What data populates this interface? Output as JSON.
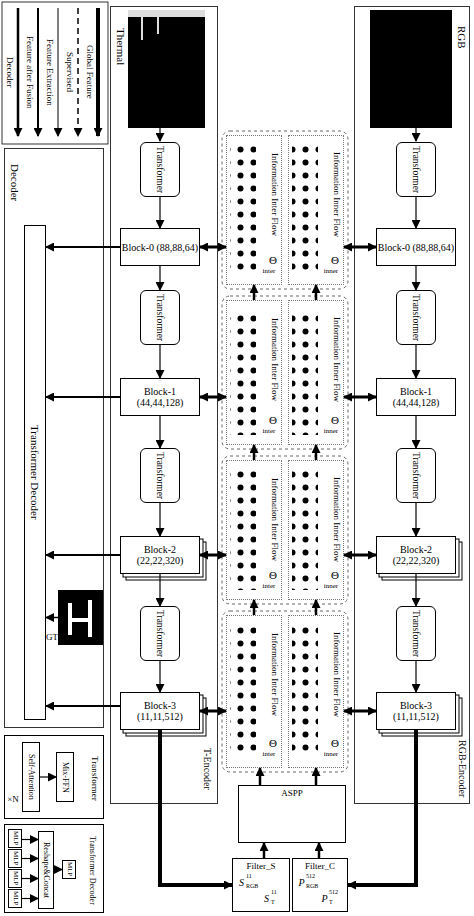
{
  "diagram": {
    "nodes": [
      {
        "text": [
          "Thermal",
          "T-Encoder"
        ]
      },
      {
        "text": [
          "Transformer"
        ],
        "in": 0
      },
      {
        "text": [
          "Block-0 (88,88,64)"
        ],
        "in": 0
      },
      {
        "text": [
          "Transformer"
        ],
        "in": 0
      },
      {
        "text": [
          "Block-1 (44,44,128)"
        ],
        "in": 0
      },
      {
        "text": [
          "Transformer"
        ],
        "in": 0
      },
      {
        "text": [
          "Block-2 (22,22,320)"
        ],
        "in": 0
      },
      {
        "text": [
          "Transformer"
        ],
        "in": 0
      },
      {
        "text": [
          "Block-3 (11,11,512)"
        ],
        "in": 0
      },
      {
        "text": [
          "Information Inter Flow"
        ]
      },
      {
        "text": [
          "Information Inner Flow"
        ]
      },
      {
        "text": [
          "Information Inter Flow"
        ]
      },
      {
        "text": [
          "Information Inner Flow"
        ]
      },
      {
        "text": [
          "Information Inter Flow"
        ]
      },
      {
        "text": [
          "Information Inner Flow"
        ]
      },
      {
        "text": [
          "Information Inter Flow"
        ]
      },
      {
        "text": [
          "Information Inner Flow"
        ]
      },
      {
        "text": [
          "RGB",
          "RGB-Encoder"
        ]
      },
      {
        "text": [
          "Transformer"
        ],
        "in": 17
      },
      {
        "text": [
          "Block-0 (88,88,64)"
        ],
        "in": 17
      },
      {
        "text": [
          "Transformer"
        ],
        "in": 17
      },
      {
        "text": [
          "Block-1 (44,44,128)"
        ],
        "in": 17
      },
      {
        "text": [
          "Transformer"
        ],
        "in": 17
      },
      {
        "text": [
          "Block-2 (22,22,320)"
        ],
        "in": 17
      },
      {
        "text": [
          "Transformer"
        ],
        "in": 17
      },
      {
        "text": [
          "Block-3 (11,11,512)"
        ],
        "in": 17
      },
      {
        "text": [
          "Decoder"
        ]
      },
      {
        "text": [
          "Transformer Decoder"
        ],
        "in": 26
      },
      {
        "text": [
          "GT"
        ],
        "in": 26
      },
      {
        "text": [
          "ASPP"
        ]
      },
      {
        "text": [
          "Filter_S"
        ]
      },
      {
        "text": [
          "Filter_C"
        ]
      },
      {
        "text": [
          "Transformer"
        ]
      },
      {
        "text": [
          "Self-Attention"
        ],
        "in": 32
      },
      {
        "text": [
          "Mix-FFN"
        ],
        "in": 32
      },
      {
        "text": [
          "Transformer Decoder"
        ]
      },
      {
        "text": [
          "MLP"
        ],
        "in": 35
      },
      {
        "text": [
          "MLP"
        ],
        "in": 35
      },
      {
        "text": [
          "MLP"
        ],
        "in": 35
      },
      {
        "text": [
          "MLP"
        ],
        "in": 35
      },
      {
        "text": [
          "Reshape&Concat"
        ],
        "in": 35
      },
      {
        "text": [
          "MLP"
        ],
        "in": 35
      }
    ],
    "edges": [
      {
        "from": 1,
        "to": 2,
        "arrow": "to"
      },
      {
        "from": 2,
        "to": 3,
        "arrow": "to"
      },
      {
        "from": 3,
        "to": 4,
        "arrow": "to"
      },
      {
        "from": 4,
        "to": 5,
        "arrow": "to"
      },
      {
        "from": 5,
        "to": 6,
        "arrow": "to"
      },
      {
        "from": 6,
        "to": 7,
        "arrow": "to"
      },
      {
        "from": 7,
        "to": 8,
        "arrow": "to"
      },
      {
        "from": 18,
        "to": 19,
        "arrow": "to"
      },
      {
        "from": 19,
        "to": 20,
        "arrow": "to"
      },
      {
        "from": 20,
        "to": 21,
        "arrow": "to"
      },
      {
        "from": 21,
        "to": 22,
        "arrow": "to"
      },
      {
        "from": 22,
        "to": 23,
        "arrow": "to"
      },
      {
        "from": 23,
        "to": 24,
        "arrow": "to"
      },
      {
        "from": 24,
        "to": 25,
        "arrow": "to"
      },
      {
        "from": 2,
        "to": 9,
        "arrow": "both"
      },
      {
        "from": 4,
        "to": 11,
        "arrow": "both"
      },
      {
        "from": 6,
        "to": 13,
        "arrow": "both"
      },
      {
        "from": 8,
        "to": 15,
        "arrow": "both"
      },
      {
        "from": 19,
        "to": 10,
        "arrow": "both"
      },
      {
        "from": 21,
        "to": 12,
        "arrow": "both"
      },
      {
        "from": 23,
        "to": 14,
        "arrow": "both"
      },
      {
        "from": 25,
        "to": 16,
        "arrow": "both"
      },
      {
        "from": 2,
        "to": 27,
        "arrow": "to"
      },
      {
        "from": 4,
        "to": 27,
        "arrow": "to"
      },
      {
        "from": 6,
        "to": 27,
        "arrow": "to"
      },
      {
        "from": 8,
        "to": 27,
        "arrow": "to"
      },
      {
        "from": 28,
        "to": 27,
        "arrow": "to"
      },
      {
        "from": 8,
        "to": 30,
        "arrow": "to"
      },
      {
        "from": 25,
        "to": 31,
        "arrow": "to"
      },
      {
        "from": 30,
        "to": 29,
        "arrow": "to"
      },
      {
        "from": 31,
        "to": 29,
        "arrow": "to"
      },
      {
        "from": 29,
        "to": 15,
        "arrow": "to"
      },
      {
        "from": 29,
        "to": 16,
        "arrow": "to"
      },
      {
        "from": 15,
        "to": 13,
        "arrow": "to"
      },
      {
        "from": 13,
        "to": 11,
        "arrow": "to"
      },
      {
        "from": 11,
        "to": 9,
        "arrow": "to"
      },
      {
        "from": 16,
        "to": 14,
        "arrow": "to"
      },
      {
        "from": 14,
        "to": 12,
        "arrow": "to"
      },
      {
        "from": 12,
        "to": 10,
        "arrow": "to"
      },
      {
        "from": 33,
        "to": 34,
        "arrow": "to"
      },
      {
        "from": 36,
        "to": 40,
        "arrow": "to"
      },
      {
        "from": 37,
        "to": 40,
        "arrow": "to"
      },
      {
        "from": 38,
        "to": 40,
        "arrow": "to"
      },
      {
        "from": 39,
        "to": 40,
        "arrow": "to"
      },
      {
        "from": 40,
        "to": 41,
        "arrow": "to"
      }
    ],
    "labels": [
      "Θ",
      "inter",
      "Θ",
      "inner",
      "Θ",
      "inter",
      "Θ",
      "inner",
      "Θ",
      "inter",
      "Θ",
      "inner",
      "Θ",
      "inter",
      "Θ",
      "inner",
      "P",
      "512",
      "RGB",
      "P",
      "512",
      "T",
      "S",
      "11",
      "RGB",
      "S",
      "11",
      "T",
      "×N"
    ],
    "legend": [
      {
        "text": "Global Feature"
      },
      {
        "text": "Supervised"
      },
      {
        "text": "Feature Extraction"
      },
      {
        "text": "Feature after Fusion"
      },
      {
        "text": "Decoder"
      }
    ]
  }
}
